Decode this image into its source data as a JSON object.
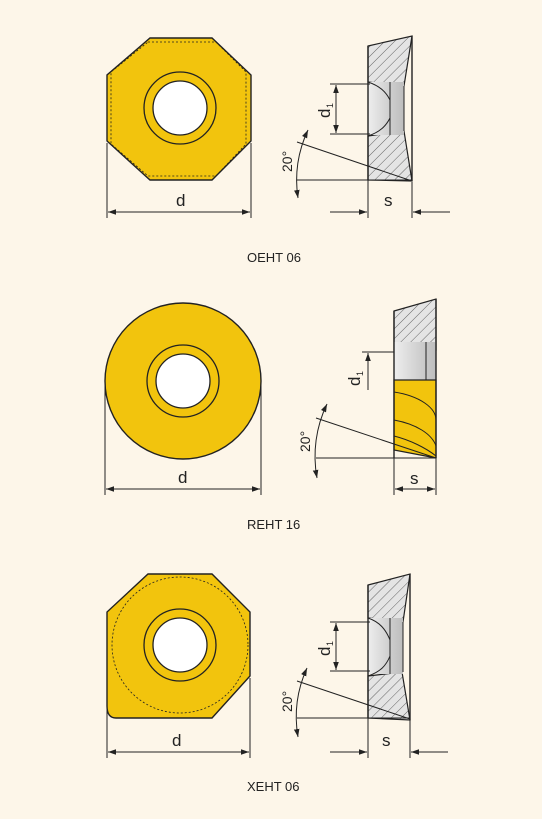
{
  "colors": {
    "background": "#fdf6e9",
    "insert_yellow": "#f2c40d",
    "hatch_fill": "#e4e4e4",
    "bore_gray": "#d2d2d2",
    "line": "#222222"
  },
  "inserts": [
    {
      "caption": "OEHT 06",
      "shape": "octagon",
      "dim_d": "d",
      "dim_d1": "d",
      "dim_d1_sub": "1",
      "angle": "20°",
      "dim_s": "s"
    },
    {
      "caption": "REHT 16",
      "shape": "round",
      "dim_d": "d",
      "dim_d1": "d",
      "dim_d1_sub": "1",
      "angle": "20°",
      "dim_s": "s"
    },
    {
      "caption": "XEHT 06",
      "shape": "hexagon-notched",
      "dim_d": "d",
      "dim_d1": "d",
      "dim_d1_sub": "1",
      "angle": "20°",
      "dim_s": "s"
    }
  ]
}
